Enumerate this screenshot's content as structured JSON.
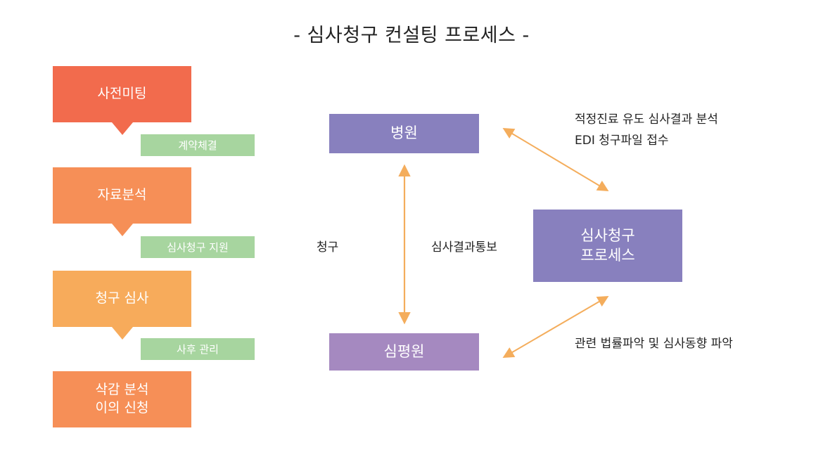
{
  "title": "- 심사청구 컨설팅 프로세스 -",
  "colors": {
    "step1": "#f26b4d",
    "step2": "#f68f57",
    "step3": "#f7ab5b",
    "step4": "#f68f57",
    "tag": "#a7d59f",
    "hospital": "#8880be",
    "process": "#8880be",
    "hira": "#a589c0",
    "arrow": "#f4ad5c"
  },
  "steps": [
    {
      "label": "사전미팅",
      "tag": "계약체결"
    },
    {
      "label": "자료분석",
      "tag": "심사청구 지원"
    },
    {
      "label": "청구 심사",
      "tag": "사후 관리"
    },
    {
      "label": "삭감 분석\n이의 신청"
    }
  ],
  "nodes": {
    "hospital": "병원",
    "hira": "심평원",
    "process": "심사청구\n프로세스"
  },
  "labels": {
    "claim": "청구",
    "notify": "심사결과통보",
    "top_right": "적정진료 유도 심사결과 분석\nEDI 청구파일 접수",
    "bottom_right": "관련 법률파악 및 심사동향 파악"
  }
}
